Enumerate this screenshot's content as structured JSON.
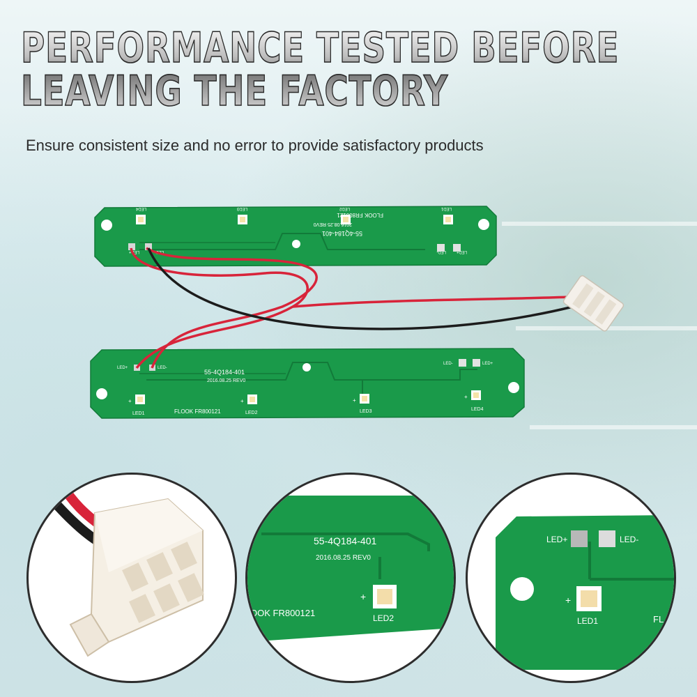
{
  "headline": {
    "line1": "PERFORMANCE TESTED BEFORE",
    "line2": "LEAVING THE FACTORY"
  },
  "subtitle": "Ensure consistent size and no error to provide satisfactory products",
  "board_top": {
    "part_no": "55-4Q184-401",
    "date": "2016.08.25 REV0",
    "brand": "FLOOK FR800121",
    "leds": [
      "LED4",
      "LED3",
      "LED2",
      "LED1"
    ],
    "pad_pos": "LED+",
    "pad_neg": "LED-"
  },
  "board_bottom": {
    "part_no": "55-4Q184-401",
    "date": "2016.08.25 REV0",
    "brand": "FLOOK FR800121",
    "leds": [
      "LED1",
      "LED2",
      "LED3",
      "LED4"
    ],
    "pad_pos": "LED+",
    "pad_neg": "LED-",
    "plus": "+"
  },
  "zoom_middle": {
    "part_no": "55-4Q184-401",
    "date": "2016.08.25 REV0",
    "brand": "OOK FR800121",
    "led": "LED2",
    "plus": "+"
  },
  "zoom_right": {
    "pad_pos": "LED+",
    "pad_neg": "LED-",
    "led": "LED1",
    "plus": "+",
    "brand_fragment": "FL"
  },
  "colors": {
    "pcb": "#1a9a4a",
    "wire_red": "#d8243a",
    "wire_black": "#1c1c1c",
    "connector": "#f4f0ea"
  }
}
